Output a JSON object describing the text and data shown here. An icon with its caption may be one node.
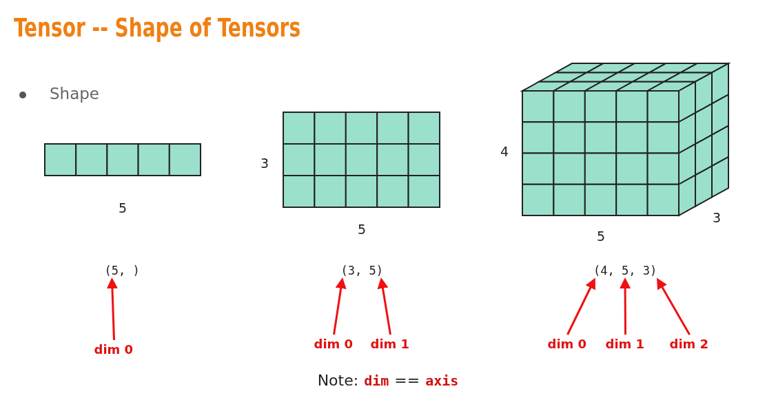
{
  "diagram": {
    "title": "Tensor -- Shape of Tensors",
    "nodes": [
      {
        "text": [
          "(5, )"
        ]
      },
      {
        "text": [
          "dim 0"
        ]
      },
      {
        "text": [
          "(3, 5)"
        ]
      },
      {
        "text": [
          "dim 0"
        ]
      },
      {
        "text": [
          "dim 1"
        ]
      },
      {
        "text": [
          "(4, 5, 3)"
        ]
      },
      {
        "text": [
          "dim 0"
        ]
      },
      {
        "text": [
          "dim 1"
        ]
      },
      {
        "text": [
          "dim 2"
        ]
      }
    ],
    "edges": [
      {
        "from": 1,
        "to": 0,
        "arrow": "to",
        "color": "#ee1111"
      },
      {
        "from": 3,
        "to": 2,
        "arrow": "to",
        "color": "#ee1111"
      },
      {
        "from": 4,
        "to": 2,
        "arrow": "to",
        "color": "#ee1111"
      },
      {
        "from": 6,
        "to": 5,
        "arrow": "to",
        "color": "#ee1111"
      },
      {
        "from": 7,
        "to": 5,
        "arrow": "to",
        "color": "#ee1111"
      },
      {
        "from": 8,
        "to": 5,
        "arrow": "to",
        "color": "#ee1111"
      }
    ],
    "labels": [
      "Shape",
      "5",
      "3",
      "5",
      "4",
      "5",
      "3",
      "Note:",
      "dim",
      "==",
      "axis"
    ]
  }
}
